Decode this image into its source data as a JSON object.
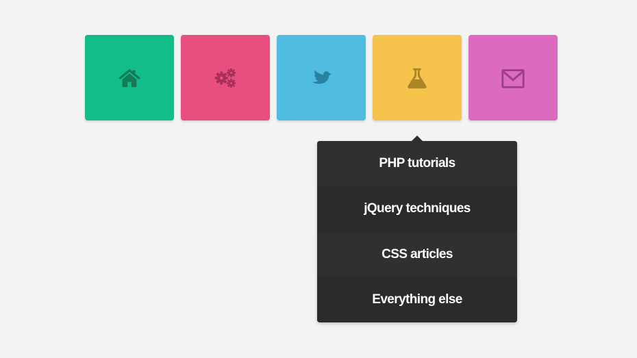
{
  "tiles": [
    {
      "name": "home",
      "icon": "home-icon",
      "color": "#12bd89",
      "icon_color": "#167a58"
    },
    {
      "name": "settings",
      "icon": "gears-icon",
      "color": "#e64f7e",
      "icon_color": "#a92e5a"
    },
    {
      "name": "twitter",
      "icon": "twitter-bird-icon",
      "color": "#4fbce0",
      "icon_color": "#2881a3"
    },
    {
      "name": "lab",
      "icon": "flask-icon",
      "color": "#f6c34c",
      "icon_color": "#ac8526"
    },
    {
      "name": "mail",
      "icon": "envelope-icon",
      "color": "#dc6bc0",
      "icon_color": "#9c3e85"
    }
  ],
  "dropdown": {
    "items": [
      {
        "label": "PHP tutorials"
      },
      {
        "label": "jQuery techniques"
      },
      {
        "label": "CSS articles"
      },
      {
        "label": "Everything else"
      }
    ]
  }
}
